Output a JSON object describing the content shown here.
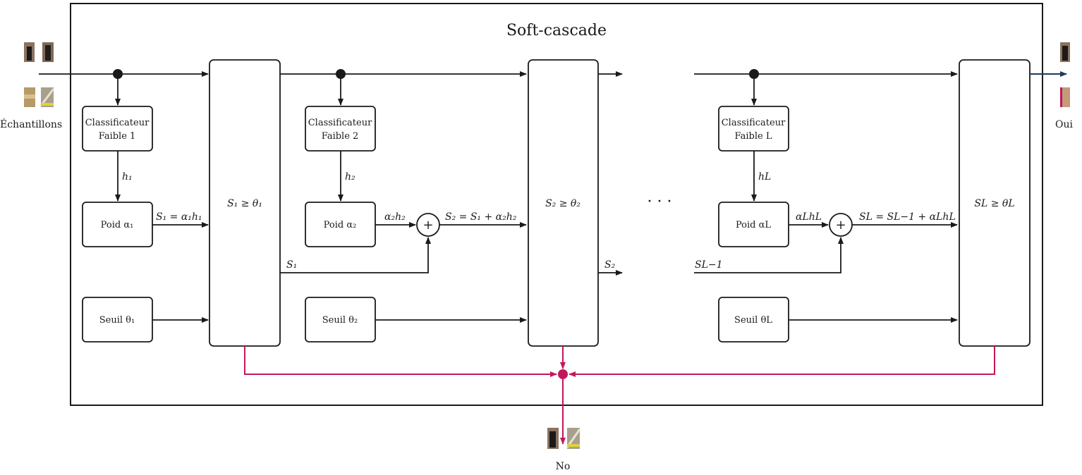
{
  "title": "Soft-cascade",
  "input_label": "Échantillons",
  "output_yes_label": "Oui",
  "output_no_label": "No",
  "ellipsis": "· · ·",
  "stages": [
    {
      "classifier_line1": "Classificateur",
      "classifier_line2": "Faible 1",
      "h_label": "h₁",
      "weight_label": "Poid α₁",
      "weight_out_label": "",
      "sum_label": "S₁ = α₁h₁",
      "threshold_label": "Seuil θ₁",
      "decision_label": "S₁ ≥ θ₁",
      "carry_label": "S₁"
    },
    {
      "classifier_line1": "Classificateur",
      "classifier_line2": "Faible 2",
      "h_label": "h₂",
      "weight_label": "Poid α₂",
      "weight_out_label": "α₂h₂",
      "sum_label": "S₂ = S₁ + α₂h₂",
      "threshold_label": "Seuil θ₂",
      "decision_label": "S₂ ≥ θ₂",
      "carry_label": "S₂"
    },
    {
      "classifier_line1": "Classificateur",
      "classifier_line2": "Faible L",
      "h_label": "hL",
      "weight_label": "Poid αL",
      "weight_out_label": "αLhL",
      "sum_label": "SL = SL−1 + αLhL",
      "threshold_label": "Seuil θL",
      "decision_label": "SL ≥ θL",
      "carry_in_label": "SL−1"
    }
  ],
  "plus_symbol": "+",
  "colors": {
    "reject_path": "#c2185b",
    "accept_path": "#1e3a5f",
    "stroke": "#1a1a1a"
  }
}
